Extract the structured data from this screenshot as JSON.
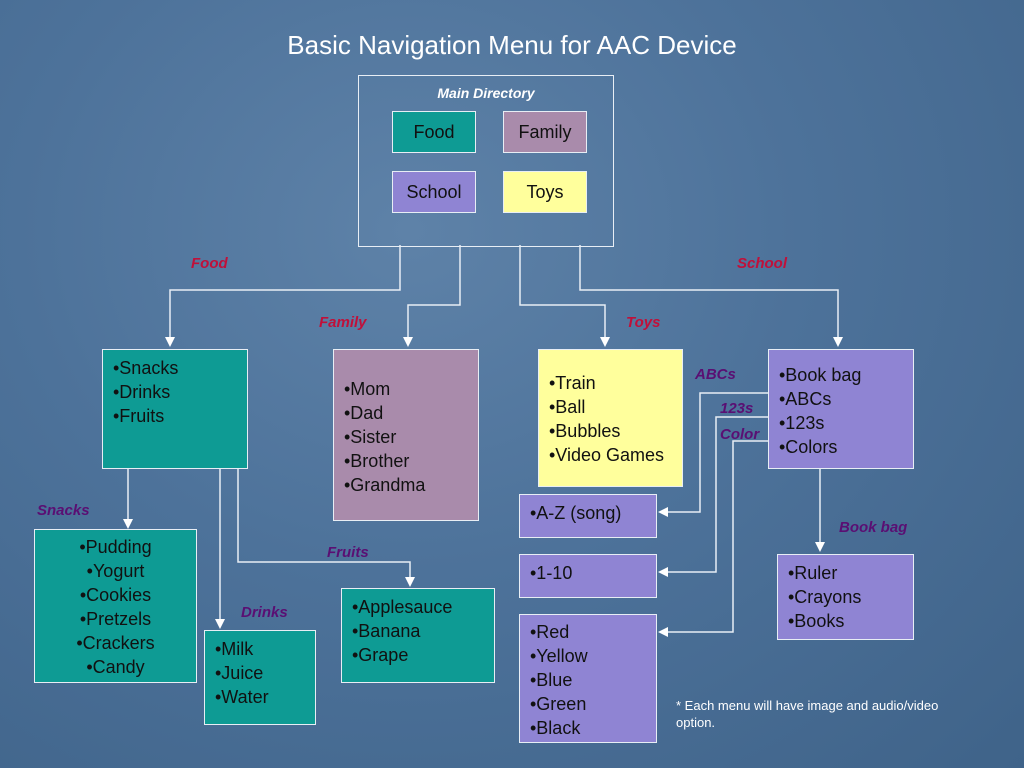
{
  "title": "Basic Navigation Menu for AAC Device",
  "main_directory": {
    "label": "Main Directory",
    "buttons": {
      "food": "Food",
      "family": "Family",
      "school": "School",
      "toys": "Toys"
    }
  },
  "branch_labels": {
    "food": "Food",
    "school": "School",
    "family": "Family",
    "toys": "Toys",
    "abcs": "ABCs",
    "n123s": "123s",
    "color": "Color",
    "snacks": "Snacks",
    "fruits": "Fruits",
    "drinks": "Drinks",
    "book_bag": "Book bag"
  },
  "menus": {
    "food": [
      "•Snacks",
      "•Drinks",
      "•Fruits"
    ],
    "family": [
      "•Mom",
      "•Dad",
      "•Sister",
      "•Brother",
      "•Grandma"
    ],
    "toys": [
      "•Train",
      "•Ball",
      "•Bubbles",
      "•Video Games"
    ],
    "school": [
      "•Book bag",
      "•ABCs",
      "•123s",
      "•Colors"
    ],
    "snacks": [
      "•Pudding",
      "•Yogurt",
      "•Cookies",
      "•Pretzels",
      "•Crackers",
      "•Candy"
    ],
    "drinks": [
      "•Milk",
      "•Juice",
      "•Water"
    ],
    "fruits": [
      "•Applesauce",
      "•Banana",
      "•Grape"
    ],
    "abcs": [
      "•A-Z (song)"
    ],
    "n123s": [
      "•1-10"
    ],
    "colors": [
      "•Red",
      "•Yellow",
      "•Blue",
      "•Green",
      "•Black"
    ],
    "book_bag": [
      "•Ruler",
      "•Crayons",
      "•Books"
    ]
  },
  "footnote": "* Each menu will have image and audio/video option.",
  "colors": {
    "teal": "#0e9b94",
    "mauve": "#a98bab",
    "lavender": "#8f84d3",
    "yellow": "#ffff9c",
    "label_red": "#c0103a",
    "label_purple": "#5a0f73"
  }
}
